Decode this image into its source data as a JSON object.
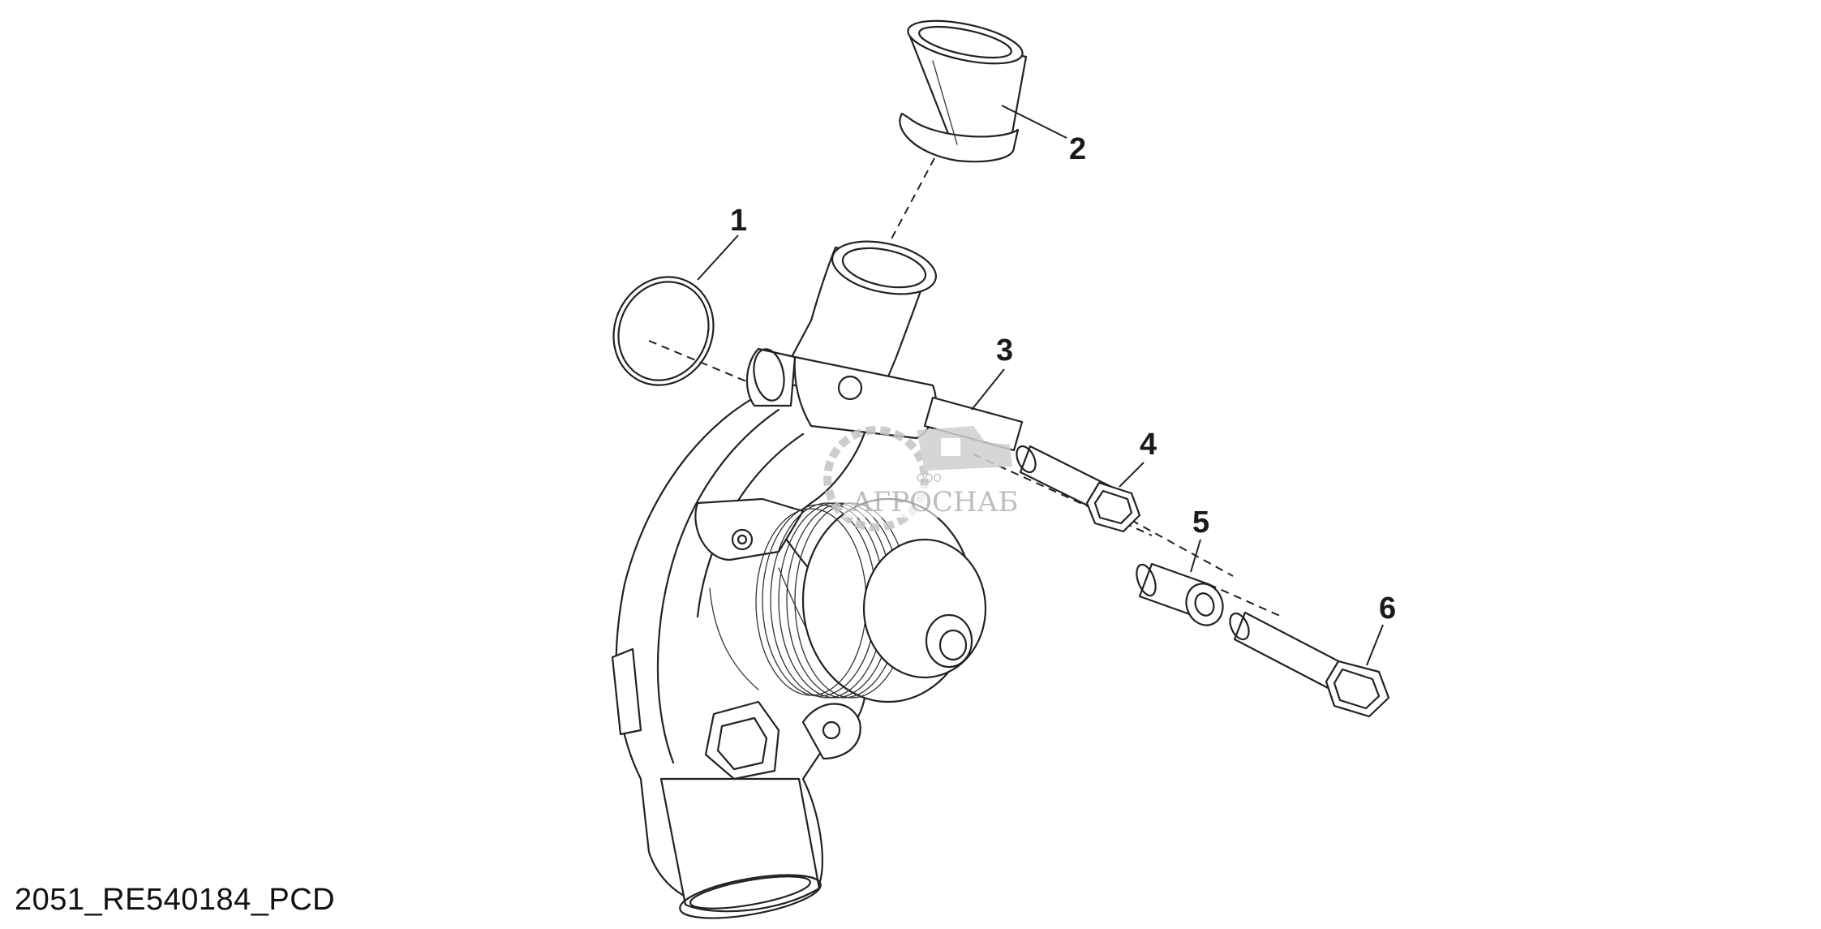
{
  "figure_id": "2051_RE540184_PCD",
  "callouts": [
    "1",
    "2",
    "3",
    "4",
    "5",
    "6"
  ],
  "watermark": {
    "brand": "АГРОСНАБ",
    "prefix": "ООО"
  }
}
